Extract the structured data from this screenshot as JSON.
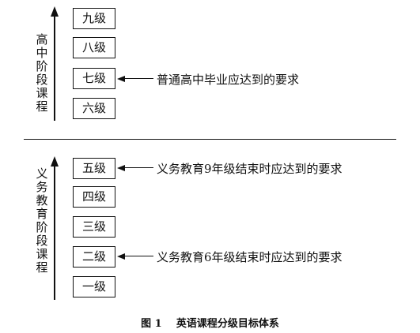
{
  "upper": {
    "side_label": "高中阶段课程",
    "levels": [
      "九级",
      "八级",
      "七级",
      "六级"
    ],
    "note": "普通高中毕业应达到的要求"
  },
  "lower": {
    "side_label": "义务教育阶段课程",
    "levels": [
      "五级",
      "四级",
      "三级",
      "二级",
      "一级"
    ],
    "note_top": "义务教育9年级结束时应达到的要求",
    "note_bottom": "义务教育6年级结束时应达到的要求"
  },
  "caption": "图 1    英语课程分级目标体系"
}
